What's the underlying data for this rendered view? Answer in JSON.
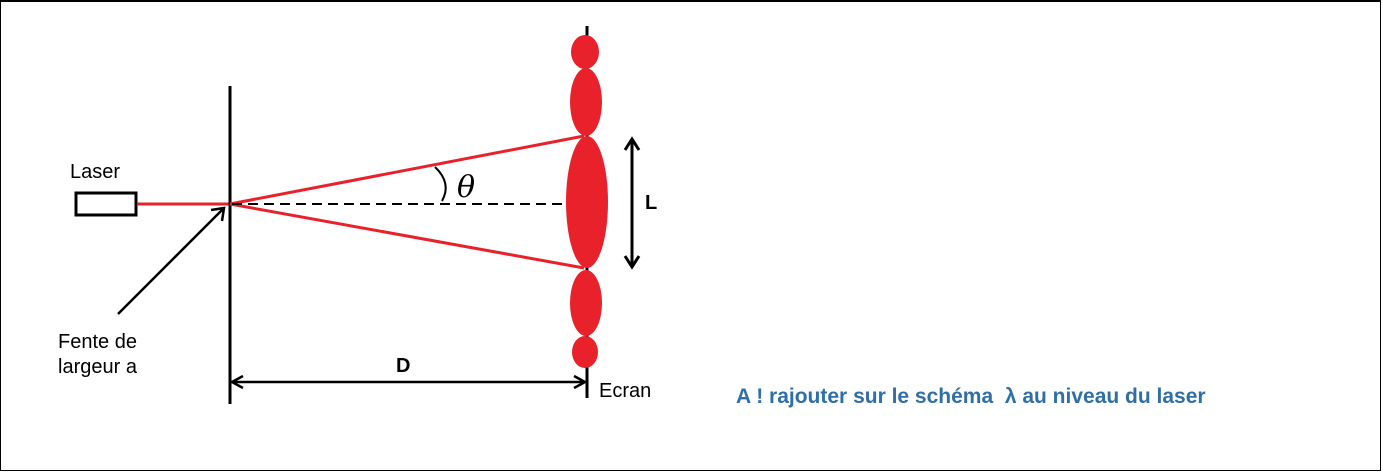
{
  "labels": {
    "laser": "Laser",
    "slit_line1": "Fente de",
    "slit_line2": "largeur a",
    "distance": "D",
    "angle": "θ",
    "spot_width": "L",
    "screen": "Ecran"
  },
  "note": "A ! rajouter sur le schéma  λ au niveau du laser",
  "colors": {
    "beam": "#E8212A",
    "note": "#2F6FA8"
  }
}
